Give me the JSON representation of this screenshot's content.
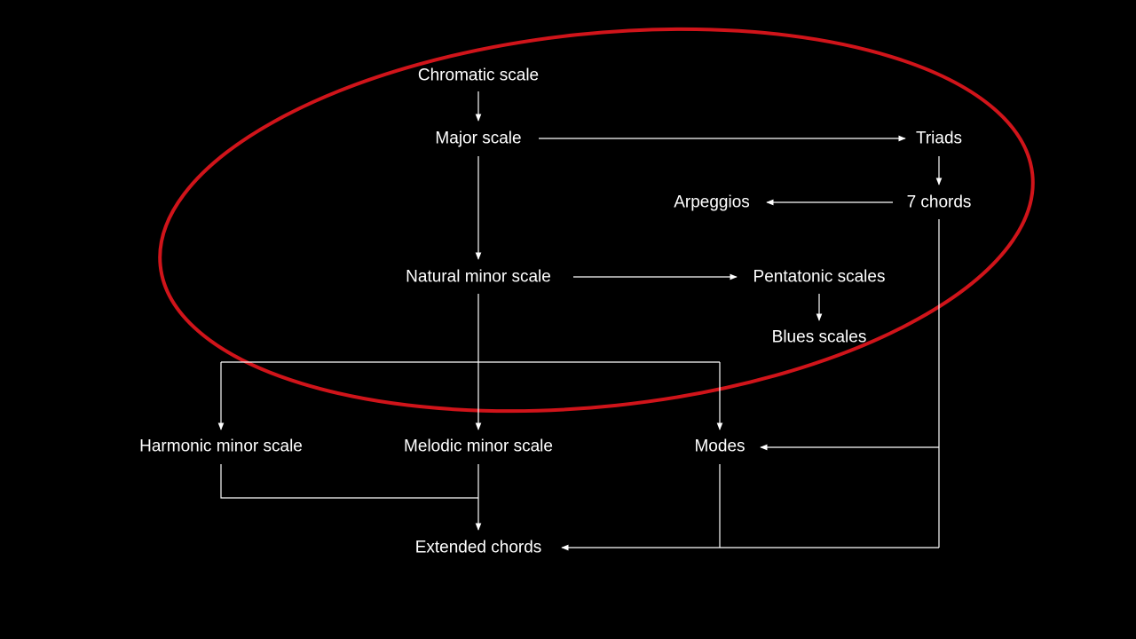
{
  "diagram": {
    "nodes": {
      "chromatic": "Chromatic scale",
      "major": "Major scale",
      "triads": "Triads",
      "arpeggios": "Arpeggios",
      "seventh_chords": "7 chords",
      "natural_minor": "Natural minor scale",
      "pentatonic": "Pentatonic scales",
      "blues": "Blues scales",
      "harmonic_minor": "Harmonic minor scale",
      "melodic_minor": "Melodic minor scale",
      "modes": "Modes",
      "extended": "Extended chords"
    },
    "edges": [
      {
        "from": "Chromatic scale",
        "to": "Major scale"
      },
      {
        "from": "Major scale",
        "to": "Triads"
      },
      {
        "from": "Triads",
        "to": "7 chords"
      },
      {
        "from": "7 chords",
        "to": "Arpeggios"
      },
      {
        "from": "Major scale",
        "to": "Natural minor scale"
      },
      {
        "from": "Natural minor scale",
        "to": "Pentatonic scales"
      },
      {
        "from": "Pentatonic scales",
        "to": "Blues scales"
      },
      {
        "from": "Natural minor scale",
        "to": "Harmonic minor scale"
      },
      {
        "from": "Natural minor scale",
        "to": "Melodic minor scale"
      },
      {
        "from": "Natural minor scale",
        "to": "Modes"
      },
      {
        "from": "7 chords",
        "to": "Modes"
      },
      {
        "from": "7 chords",
        "to": "Extended chords"
      },
      {
        "from": "Harmonic minor scale",
        "to": "Extended chords"
      },
      {
        "from": "Melodic minor scale",
        "to": "Extended chords"
      },
      {
        "from": "Modes",
        "to": "Extended chords"
      }
    ],
    "colors": {
      "background": "#000000",
      "text": "#ffffff",
      "lines": "#ffffff",
      "highlight_ellipse": "#d0141a"
    }
  }
}
